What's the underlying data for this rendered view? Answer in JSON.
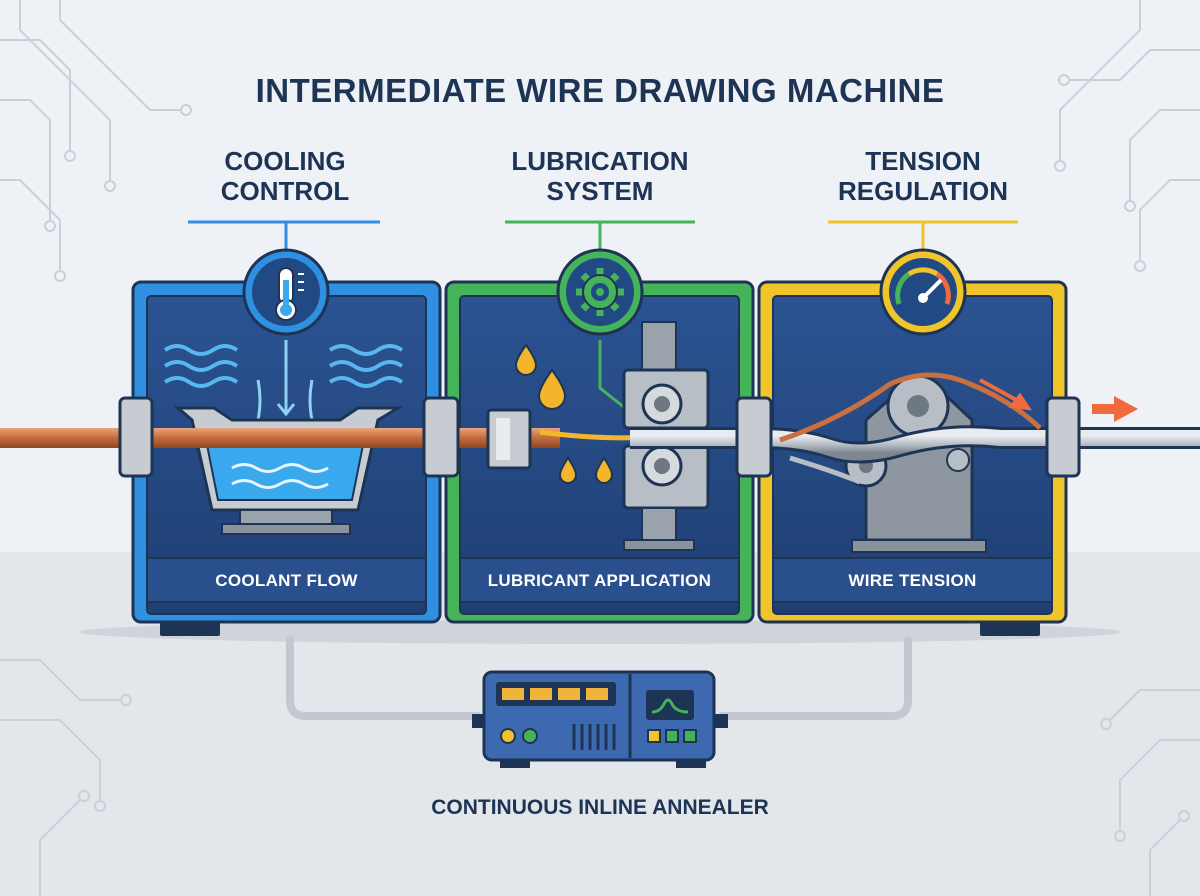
{
  "title": "INTERMEDIATE WIRE DRAWING MACHINE",
  "sections": [
    {
      "title_line1": "COOLING",
      "title_line2": "CONTROL",
      "label": "COOLANT FLOW",
      "color": "#2f8fe0",
      "icon": "thermometer-icon"
    },
    {
      "title_line1": "LUBRICATION",
      "title_line2": "SYSTEM",
      "label": "LUBRICANT APPLICATION",
      "color": "#45b35a",
      "icon": "gear-icon"
    },
    {
      "title_line1": "TENSION",
      "title_line2": "REGULATION",
      "label": "WIRE TENSION",
      "color": "#f0c42a",
      "icon": "gauge-icon"
    }
  ],
  "annealer": {
    "caption": "CONTINUOUS INLINE ANNEALER",
    "icon": "control-unit-icon"
  },
  "colors": {
    "navy": "#1e3454",
    "panel_fill": "#24467e",
    "copper": "#c8703f",
    "steel": "#b8bec6",
    "arrow": "#ef6a3c"
  }
}
